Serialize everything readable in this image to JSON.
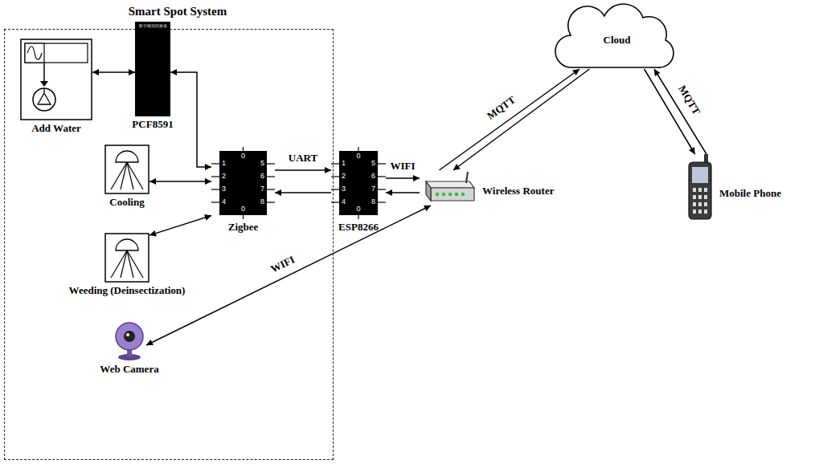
{
  "diagram": {
    "nodes": [
      {
        "text": [
          "Smart Spot System"
        ]
      },
      {
        "text": [
          "Add Water"
        ],
        "in": 0
      },
      {
        "text": [
          "数字模拟转换器",
          "PCF8591"
        ],
        "in": 0
      },
      {
        "text": [
          "Zigbee"
        ],
        "in": 0
      },
      {
        "text": [
          "ESP8266"
        ]
      },
      {
        "text": [
          "Cooling"
        ],
        "in": 0
      },
      {
        "text": [
          "Weeding (Deinsectization)"
        ],
        "in": 0
      },
      {
        "text": [
          "Web Camera"
        ],
        "in": 0
      },
      {
        "text": [
          "Wireless Router"
        ]
      },
      {
        "text": [
          "Cloud"
        ]
      },
      {
        "text": [
          "Mobile Phone"
        ]
      }
    ],
    "edges": [
      {
        "from": 1,
        "to": 2,
        "arrow": "both"
      },
      {
        "from": 2,
        "to": 3,
        "arrow": "both"
      },
      {
        "from": 5,
        "to": 3,
        "arrow": "both"
      },
      {
        "from": 6,
        "to": 3,
        "arrow": "both"
      },
      {
        "from": 3,
        "to": 4,
        "arrow": "to",
        "label": "UART"
      },
      {
        "from": 4,
        "to": 3,
        "arrow": "to"
      },
      {
        "from": 4,
        "to": 8,
        "arrow": "to",
        "label": "WIFI"
      },
      {
        "from": 8,
        "to": 4,
        "arrow": "to"
      },
      {
        "from": 8,
        "to": 9,
        "arrow": "to",
        "label": "MQTT"
      },
      {
        "from": 9,
        "to": 8,
        "arrow": "to"
      },
      {
        "from": 9,
        "to": 10,
        "arrow": "to",
        "label": "MQTT"
      },
      {
        "from": 10,
        "to": 9,
        "arrow": "to"
      },
      {
        "from": 7,
        "to": 8,
        "arrow": "both",
        "label": "WIFI"
      }
    ],
    "labels": [
      "0",
      "1",
      "2",
      "3",
      "4",
      "5",
      "6",
      "7",
      "8",
      "0",
      "0",
      "1",
      "2",
      "3",
      "4",
      "5",
      "6",
      "7",
      "8",
      "0"
    ]
  }
}
